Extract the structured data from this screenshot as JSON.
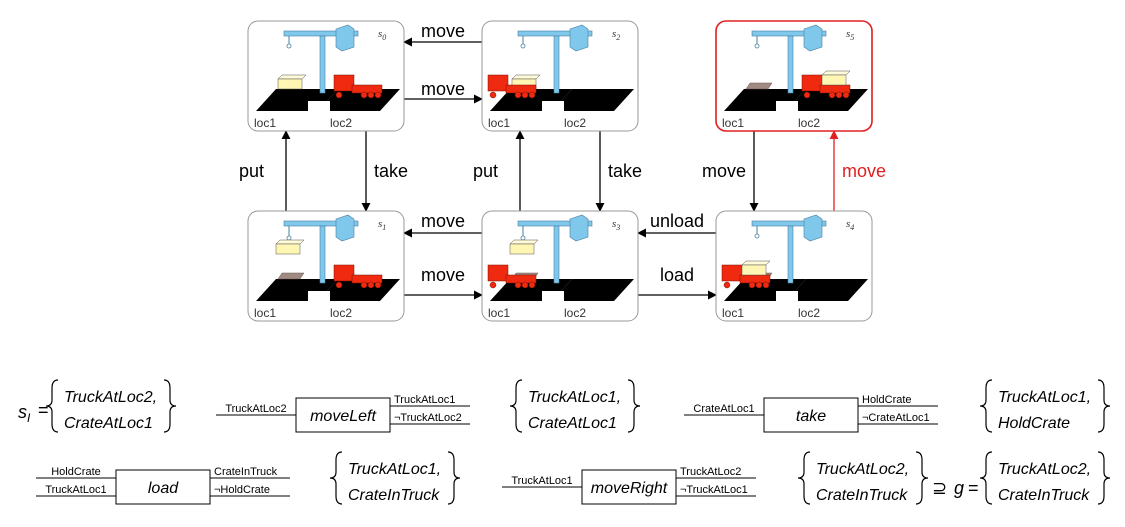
{
  "states": [
    {
      "id": "s0",
      "label": "s",
      "sub": "0",
      "loc1": "loc1",
      "loc2": "loc2",
      "highlight": false
    },
    {
      "id": "s1",
      "label": "s",
      "sub": "1",
      "loc1": "loc1",
      "loc2": "loc2",
      "highlight": false
    },
    {
      "id": "s2",
      "label": "s",
      "sub": "2",
      "loc1": "loc1",
      "loc2": "loc2",
      "highlight": false
    },
    {
      "id": "s3",
      "label": "s",
      "sub": "3",
      "loc1": "loc1",
      "loc2": "loc2",
      "highlight": false
    },
    {
      "id": "s4",
      "label": "s",
      "sub": "4",
      "loc1": "loc1",
      "loc2": "loc2",
      "highlight": false
    },
    {
      "id": "s5",
      "label": "s",
      "sub": "5",
      "loc1": "loc1",
      "loc2": "loc2",
      "highlight": true
    }
  ],
  "edges": [
    {
      "from": "s2",
      "to": "s0",
      "label": "move",
      "highlight": false
    },
    {
      "from": "s0",
      "to": "s2",
      "label": "move",
      "highlight": false
    },
    {
      "from": "s1",
      "to": "s0",
      "label": "put",
      "highlight": false
    },
    {
      "from": "s0",
      "to": "s1",
      "label": "take",
      "highlight": false
    },
    {
      "from": "s3",
      "to": "s2",
      "label": "put",
      "highlight": false
    },
    {
      "from": "s2",
      "to": "s3",
      "label": "take",
      "highlight": false
    },
    {
      "from": "s5",
      "to": "s4",
      "label": "move",
      "highlight": false
    },
    {
      "from": "s4",
      "to": "s5",
      "label": "move",
      "highlight": true
    },
    {
      "from": "s3",
      "to": "s1",
      "label": "move",
      "highlight": false
    },
    {
      "from": "s1",
      "to": "s3",
      "label": "move",
      "highlight": false
    },
    {
      "from": "s4",
      "to": "s3",
      "label": "unload",
      "highlight": false
    },
    {
      "from": "s3",
      "to": "s4",
      "label": "load",
      "highlight": false
    }
  ],
  "colors": {
    "highlight": "#e02020",
    "crane": "#7fc8ec",
    "crate": "#fff6b4",
    "truck": "#ef2a10",
    "pallet": "#a08a82",
    "ground": "#000000",
    "border": "#999999"
  },
  "initial_state": {
    "lhs": "s",
    "sub": "I",
    "facts": [
      "TruckAtLoc2,",
      "CrateAtLoc1"
    ]
  },
  "actions": [
    {
      "name": "moveLeft",
      "inputs": [
        "TruckAtLoc2"
      ],
      "outputs": [
        "TruckAtLoc1",
        "¬TruckAtLoc2"
      ]
    },
    {
      "name": "take",
      "inputs": [
        "CrateAtLoc1"
      ],
      "outputs": [
        "HoldCrate",
        "¬CrateAtLoc1"
      ]
    },
    {
      "name": "load",
      "inputs": [
        "HoldCrate",
        "TruckAtLoc1"
      ],
      "outputs": [
        "CrateInTruck",
        "¬HoldCrate"
      ]
    },
    {
      "name": "moveRight",
      "inputs": [
        "TruckAtLoc1"
      ],
      "outputs": [
        "TruckAtLoc2",
        "¬TruckAtLoc1"
      ]
    }
  ],
  "intermediate_states": [
    [
      "TruckAtLoc1,",
      "CrateAtLoc1"
    ],
    [
      "TruckAtLoc1,",
      "HoldCrate"
    ],
    [
      "TruckAtLoc1,",
      "CrateInTruck"
    ],
    [
      "TruckAtLoc2,",
      "CrateInTruck"
    ]
  ],
  "goal": {
    "relation": "⊇",
    "symbol": "g",
    "facts": [
      "TruckAtLoc2,",
      "CrateInTruck"
    ]
  }
}
